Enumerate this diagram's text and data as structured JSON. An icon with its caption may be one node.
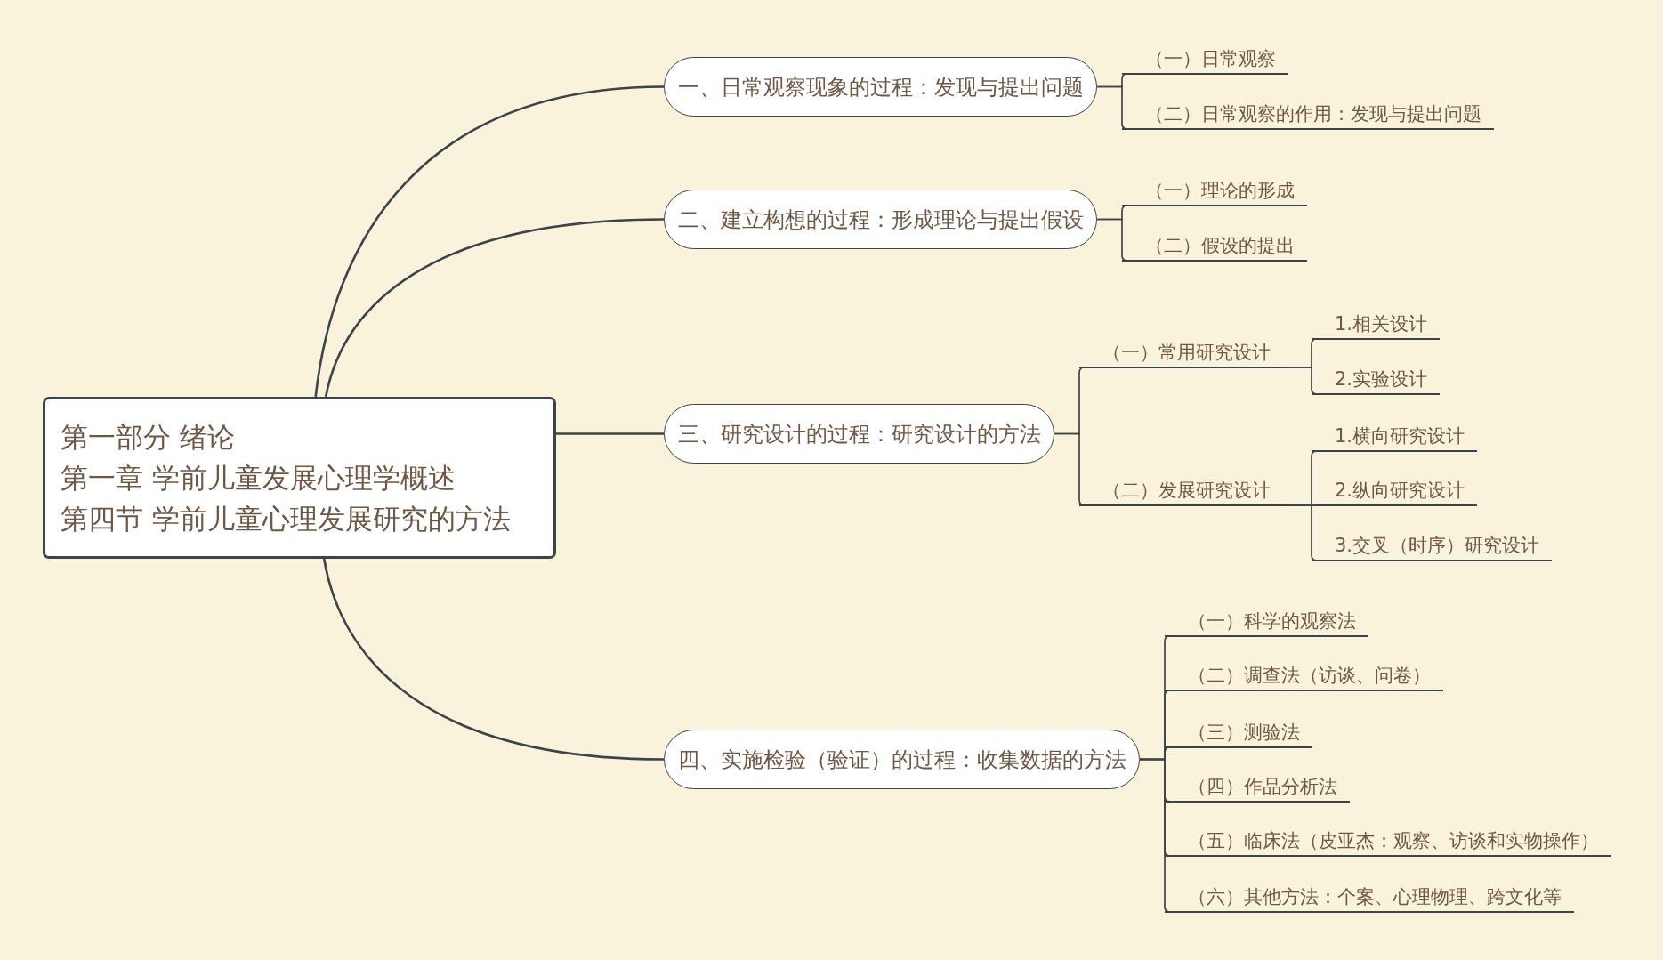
{
  "diagram": {
    "nodes": [
      {
        "text": [
          "第一部分 绪论",
          "第一章 学前儿童发展心理学概述",
          "第四节 学前儿童心理发展研究的方法"
        ]
      },
      {
        "text": [
          "一、日常观察现象的过程：发现与提出问题"
        ]
      },
      {
        "text": [
          "（一）日常观察"
        ]
      },
      {
        "text": [
          "（二）日常观察的作用：发现与提出问题"
        ]
      },
      {
        "text": [
          "二、建立构想的过程：形成理论与提出假设"
        ]
      },
      {
        "text": [
          "（一）理论的形成"
        ]
      },
      {
        "text": [
          "（二）假设的提出"
        ]
      },
      {
        "text": [
          "三、研究设计的过程：研究设计的方法"
        ]
      },
      {
        "text": [
          "（一）常用研究设计"
        ]
      },
      {
        "text": [
          "1.相关设计"
        ]
      },
      {
        "text": [
          "2.实验设计"
        ]
      },
      {
        "text": [
          "（二）发展研究设计"
        ]
      },
      {
        "text": [
          "1.横向研究设计"
        ]
      },
      {
        "text": [
          "2.纵向研究设计"
        ]
      },
      {
        "text": [
          "3.交叉（时序）研究设计"
        ]
      },
      {
        "text": [
          "四、实施检验（验证）的过程：收集数据的方法"
        ]
      },
      {
        "text": [
          "（一）科学的观察法"
        ]
      },
      {
        "text": [
          "（二）调查法（访谈、问卷）"
        ]
      },
      {
        "text": [
          "（三）测验法"
        ]
      },
      {
        "text": [
          "（四）作品分析法"
        ]
      },
      {
        "text": [
          "（五）临床法（皮亚杰：观察、访谈和实物操作）"
        ]
      },
      {
        "text": [
          "（六）其他方法：个案、心理物理、跨文化等"
        ]
      }
    ],
    "edges": [
      {
        "from": 0,
        "to": 1,
        "arrow": "none"
      },
      {
        "from": 0,
        "to": 4,
        "arrow": "none"
      },
      {
        "from": 0,
        "to": 7,
        "arrow": "none"
      },
      {
        "from": 0,
        "to": 15,
        "arrow": "none"
      },
      {
        "from": 1,
        "to": 2,
        "arrow": "none"
      },
      {
        "from": 1,
        "to": 3,
        "arrow": "none"
      },
      {
        "from": 4,
        "to": 5,
        "arrow": "none"
      },
      {
        "from": 4,
        "to": 6,
        "arrow": "none"
      },
      {
        "from": 7,
        "to": 8,
        "arrow": "none"
      },
      {
        "from": 7,
        "to": 11,
        "arrow": "none"
      },
      {
        "from": 8,
        "to": 9,
        "arrow": "none"
      },
      {
        "from": 8,
        "to": 10,
        "arrow": "none"
      },
      {
        "from": 11,
        "to": 12,
        "arrow": "none"
      },
      {
        "from": 11,
        "to": 13,
        "arrow": "none"
      },
      {
        "from": 11,
        "to": 14,
        "arrow": "none"
      },
      {
        "from": 15,
        "to": 16,
        "arrow": "none"
      },
      {
        "from": 15,
        "to": 17,
        "arrow": "none"
      },
      {
        "from": 15,
        "to": 18,
        "arrow": "none"
      },
      {
        "from": 15,
        "to": 19,
        "arrow": "none"
      },
      {
        "from": 15,
        "to": 20,
        "arrow": "none"
      },
      {
        "from": 15,
        "to": 21,
        "arrow": "none"
      }
    ]
  }
}
